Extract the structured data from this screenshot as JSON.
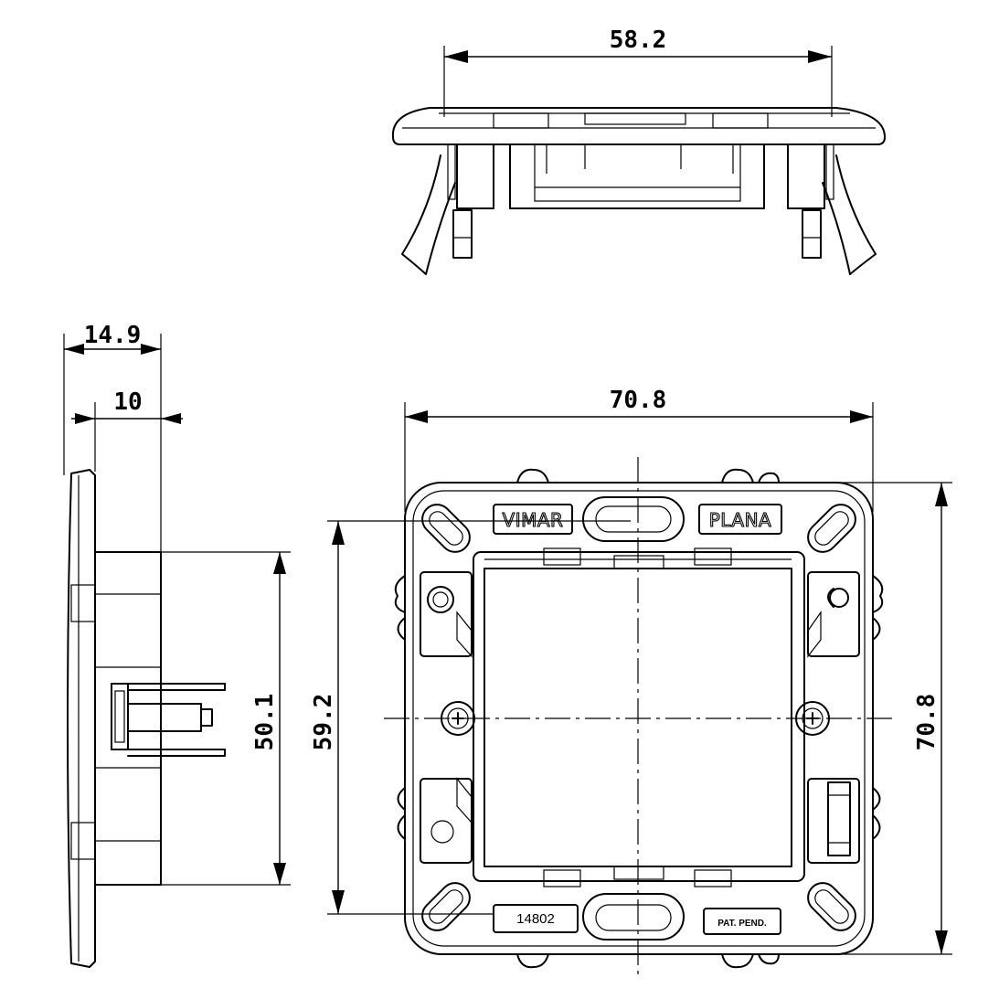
{
  "dimensions": {
    "top_width": "58.2",
    "side_depth_total": "14.9",
    "side_depth_inner": "10",
    "side_height": "50.1",
    "front_width": "70.8",
    "front_inner_height": "59.2",
    "front_height": "70.8"
  },
  "labels": {
    "brand": "VIMAR",
    "series": "PLANA",
    "code": "14802",
    "patent": "PAT. PEND."
  },
  "colors": {
    "line": "#000000",
    "background": "#ffffff"
  }
}
